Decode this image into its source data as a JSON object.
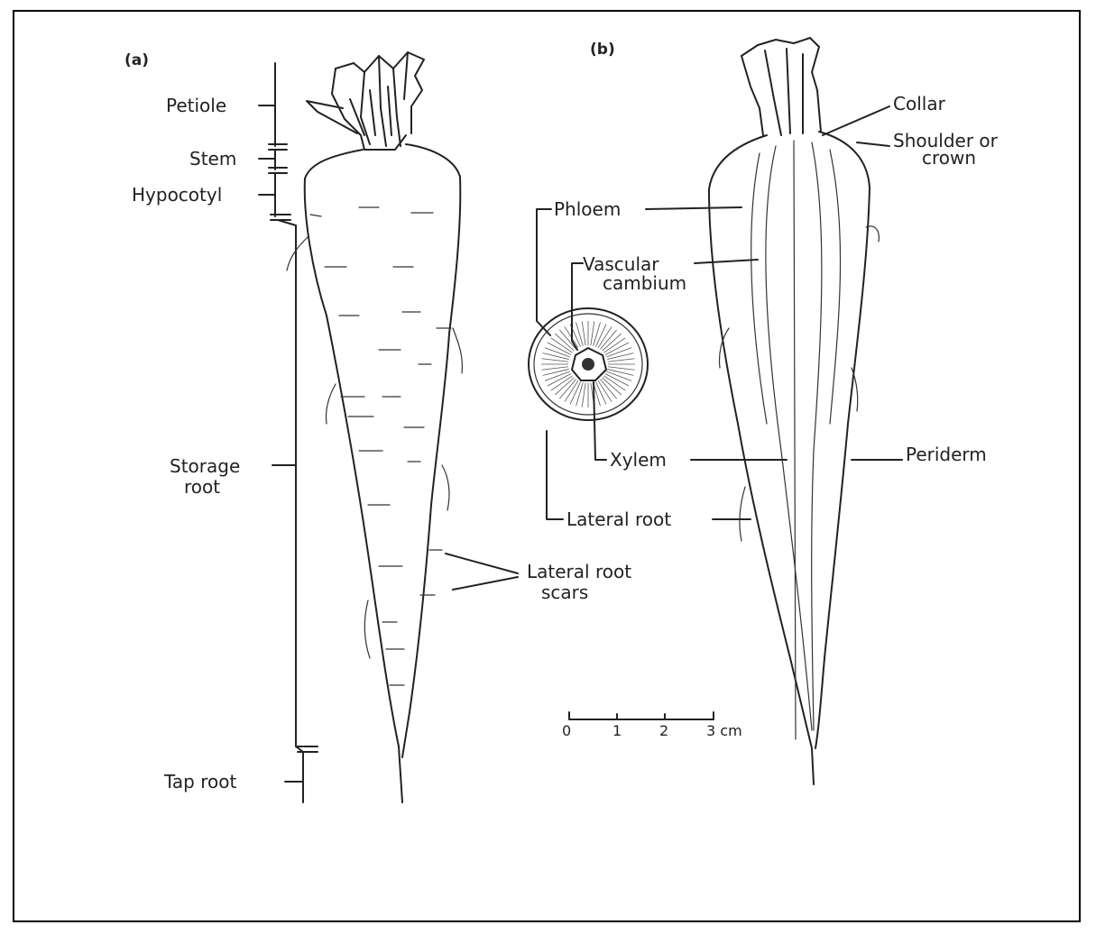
{
  "panels": {
    "a": "(a)",
    "b": "(b)"
  },
  "labels_a": {
    "petiole": "Petiole",
    "stem": "Stem",
    "hypocotyl": "Hypocotyl",
    "storage_root_1": "Storage",
    "storage_root_2": "root",
    "tap_root": "Tap root",
    "lateral_root_scars_1": "Lateral root",
    "lateral_root_scars_2": "scars"
  },
  "labels_cross_section": {
    "phloem": "Phloem",
    "vascular_cambium_1": "Vascular",
    "vascular_cambium_2": "cambium",
    "xylem": "Xylem",
    "lateral_root": "Lateral root"
  },
  "labels_b": {
    "collar": "Collar",
    "shoulder_1": "Shoulder or",
    "shoulder_2": "crown",
    "periderm": "Periderm"
  },
  "scale_bar": {
    "ticks": [
      "0",
      "1",
      "2",
      "3 cm"
    ]
  },
  "colors": {
    "ink": "#222222",
    "frame": "#000000",
    "background": "#ffffff"
  }
}
